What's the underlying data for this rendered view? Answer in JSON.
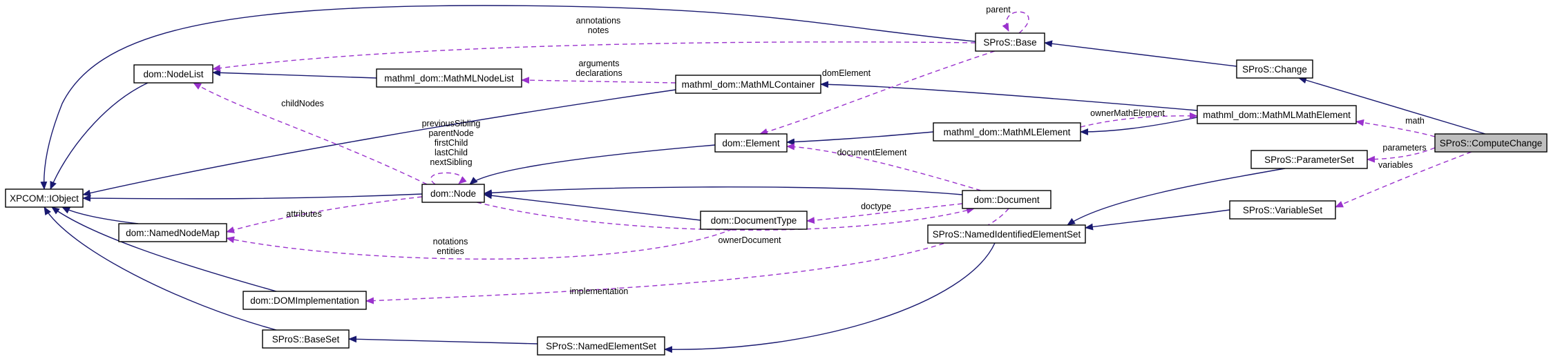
{
  "diagram": {
    "nodes": [
      {
        "id": "xpcom",
        "label": "XPCOM::IObject"
      },
      {
        "id": "nodelist",
        "label": "dom::NodeList"
      },
      {
        "id": "mathmlnodelist",
        "label": "mathml_dom::MathMLNodeList"
      },
      {
        "id": "mathmlcontainer",
        "label": "mathml_dom::MathMLContainer"
      },
      {
        "id": "base",
        "label": "SProS::Base"
      },
      {
        "id": "change",
        "label": "SProS::Change"
      },
      {
        "id": "mathmlmath",
        "label": "mathml_dom::MathMLMathElement"
      },
      {
        "id": "computechange",
        "label": "SProS::ComputeChange",
        "highlight": true
      },
      {
        "id": "element",
        "label": "dom::Element"
      },
      {
        "id": "mathmlelement",
        "label": "mathml_dom::MathMLElement"
      },
      {
        "id": "paramset",
        "label": "SProS::ParameterSet"
      },
      {
        "id": "node",
        "label": "dom::Node"
      },
      {
        "id": "namednodemap",
        "label": "dom::NamedNodeMap"
      },
      {
        "id": "doctype",
        "label": "dom::DocumentType"
      },
      {
        "id": "document",
        "label": "dom::Document"
      },
      {
        "id": "varset",
        "label": "SProS::VariableSet"
      },
      {
        "id": "nies",
        "label": "SProS::NamedIdentifiedElementSet"
      },
      {
        "id": "domimpl",
        "label": "dom::DOMImplementation"
      },
      {
        "id": "baseset",
        "label": "SProS::BaseSet"
      },
      {
        "id": "nes",
        "label": "SProS::NamedElementSet"
      }
    ],
    "inheritance": [
      {
        "from": "nodelist",
        "to": "xpcom"
      },
      {
        "from": "mathmlnodelist",
        "to": "nodelist"
      },
      {
        "from": "base",
        "to": "xpcom"
      },
      {
        "from": "change",
        "to": "base"
      },
      {
        "from": "computechange",
        "to": "change"
      },
      {
        "from": "mathmlcontainer",
        "to": "xpcom"
      },
      {
        "from": "mathmlmath",
        "to": "mathmlcontainer"
      },
      {
        "from": "mathmlelement",
        "to": "element"
      },
      {
        "from": "mathmlmath",
        "to": "mathmlelement"
      },
      {
        "from": "element",
        "to": "node"
      },
      {
        "from": "node",
        "to": "xpcom"
      },
      {
        "from": "doctype",
        "to": "node"
      },
      {
        "from": "document",
        "to": "node"
      },
      {
        "from": "namednodemap",
        "to": "xpcom"
      },
      {
        "from": "domimpl",
        "to": "xpcom"
      },
      {
        "from": "baseset",
        "to": "xpcom"
      },
      {
        "from": "nes",
        "to": "baseset"
      },
      {
        "from": "nies",
        "to": "nes"
      },
      {
        "from": "paramset",
        "to": "nies"
      },
      {
        "from": "varset",
        "to": "nies"
      }
    ],
    "usage": [
      {
        "from": "base",
        "to": "base",
        "label": "parent"
      },
      {
        "from": "base",
        "to": "nodelist",
        "label": "annotations\nnotes"
      },
      {
        "from": "base",
        "to": "element",
        "label": "domElement"
      },
      {
        "from": "mathmlcontainer",
        "to": "mathmlnodelist",
        "label": "arguments\ndeclarations"
      },
      {
        "from": "node",
        "to": "nodelist",
        "label": "childNodes"
      },
      {
        "from": "node",
        "to": "node",
        "label": "previousSibling\nparentNode\nfirstChild\nlastChild\nnextSibling"
      },
      {
        "from": "node",
        "to": "namednodemap",
        "label": "attributes"
      },
      {
        "from": "doctype",
        "to": "namednodemap",
        "label": "notations\nentities"
      },
      {
        "from": "node",
        "to": "document",
        "label": "ownerDocument"
      },
      {
        "from": "document",
        "to": "element",
        "label": "documentElement"
      },
      {
        "from": "document",
        "to": "doctype",
        "label": "doctype"
      },
      {
        "from": "document",
        "to": "domimpl",
        "label": "implementation"
      },
      {
        "from": "mathmlelement",
        "to": "mathmlmath",
        "label": "ownerMathElement"
      },
      {
        "from": "computechange",
        "to": "mathmlmath",
        "label": "math"
      },
      {
        "from": "computechange",
        "to": "paramset",
        "label": "parameters"
      },
      {
        "from": "computechange",
        "to": "varset",
        "label": "variables"
      }
    ]
  },
  "colors": {
    "inheritance_edge": "#191970",
    "usage_edge": "#9a32cd",
    "highlight_fill": "#bfbfbf"
  }
}
